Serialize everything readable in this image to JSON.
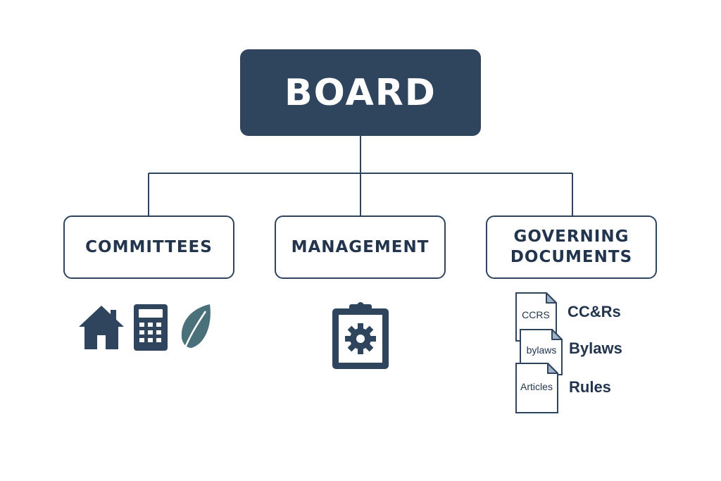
{
  "board": {
    "title": "BOARD"
  },
  "nodes": {
    "committees": {
      "label": "COMMITTEES"
    },
    "management": {
      "label": "MANAGEMENT"
    },
    "governing": {
      "label_line1": "GOVERNING",
      "label_line2": "DOCUMENTS"
    }
  },
  "committee_icons": [
    "house-icon",
    "calculator-icon",
    "leaf-icon"
  ],
  "management_icons": [
    "clipboard-gear-icon"
  ],
  "documents": [
    {
      "file_label": "CCRS",
      "name": "CC&Rs"
    },
    {
      "file_label": "bylaws",
      "name": "Bylaws"
    },
    {
      "file_label": "Articles",
      "name": "Rules"
    }
  ],
  "colors": {
    "primary": "#2f455e",
    "text": "#22354d",
    "leaf": "#4a707a",
    "document_fold": "#9fb3c8"
  }
}
